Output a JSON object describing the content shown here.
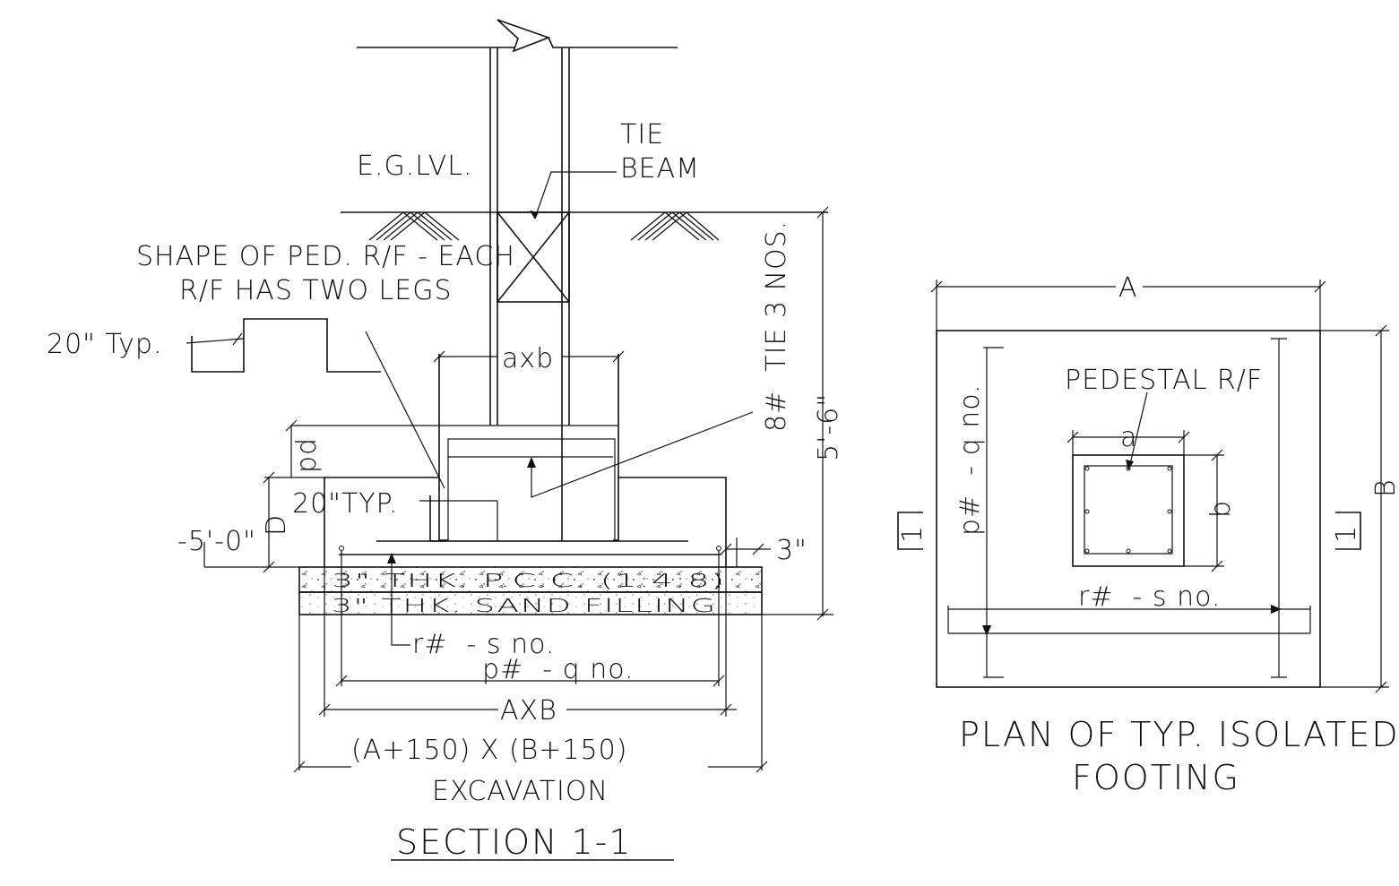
{
  "section": {
    "eg_level": "E.G.LVL.",
    "tie_beam": [
      "TIE",
      "BEAM"
    ],
    "shape_note": [
      "SHAPE OF PED. R/F - EACH",
      "R/F HAS TWO LEGS"
    ],
    "typ_20_left": "20\" Typ.",
    "typ_20_inner": "20\"TYP.",
    "pedestal_size": "axb",
    "pd_label": "pd",
    "d_label": "D",
    "depth_5_0": "-5'-0\"",
    "pcc_layer": "3\" THK. P.C.C. (1:4:8)",
    "sand_layer": "3\" THK. SAND FILLING",
    "offset_3in": "3\"",
    "bar_r": "r#  - s no.",
    "bar_p": "p#  - q no.",
    "footing_size": "AXB",
    "excavation_size": "(A+150) X (B+150)",
    "excavation": "EXCAVATION",
    "tie_count": "8#  TIE 3 NOS.",
    "depth_5_6": "5'-6\"",
    "title": "SECTION 1-1"
  },
  "plan": {
    "dim_a": "A",
    "dim_b": "B",
    "bar_p_vertical": "p#  - q no.",
    "bar_r_horizontal": "r#  - s no.",
    "pedestal_rf": "PEDESTAL R/F",
    "ped_a": "a",
    "ped_b": "b",
    "section_mark_left": "1",
    "section_mark_right": "1",
    "title": [
      "PLAN OF TYP. ISOLATED",
      "FOOTING"
    ]
  }
}
